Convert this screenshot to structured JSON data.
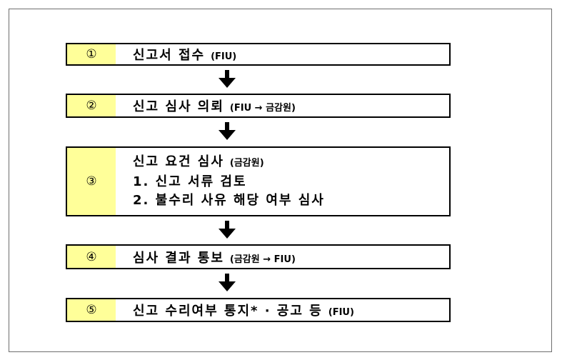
{
  "steps": [
    {
      "number": "①",
      "title": "신고서 접수",
      "note": "(FIU)",
      "items": []
    },
    {
      "number": "②",
      "title": "신고 심사 의뢰",
      "note": "(FIU → 금감원)",
      "items": []
    },
    {
      "number": "③",
      "title": "신고 요건 심사",
      "note": "(금감원)",
      "items": [
        "1. 신고 서류 검토",
        "2. 불수리 사유 해당 여부 심사"
      ]
    },
    {
      "number": "④",
      "title": "심사 결과 통보",
      "note": "(금감원 → FIU)",
      "items": []
    },
    {
      "number": "⑤",
      "title": "신고 수리여부 통지* · 공고 등",
      "note": "(FIU)",
      "items": []
    }
  ],
  "colors": {
    "number_cell": "#ffff99",
    "border": "#000000",
    "frame": "#6e6e6e"
  },
  "icons": {
    "connector": "arrow-down-icon"
  }
}
